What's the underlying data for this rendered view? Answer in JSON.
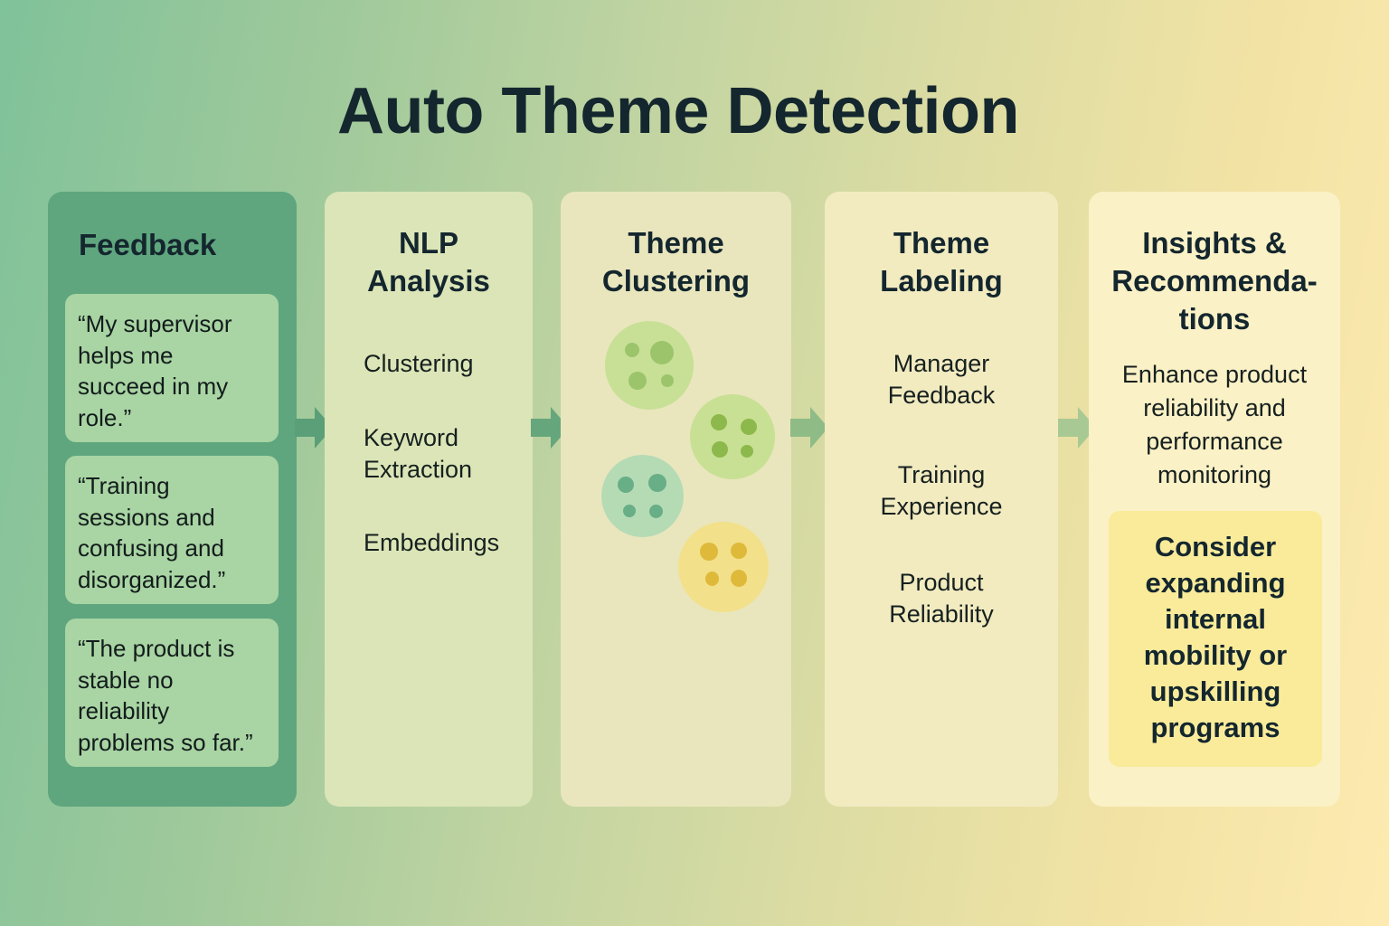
{
  "title": "Auto Theme Detection",
  "columns": {
    "feedback": {
      "heading": "Feedback",
      "quotes": [
        "“My supervisor helps me succeed in my role.”",
        "“Training sessions and confusing and disorganized.”",
        "“The product is stable  no reliability problems so far.”"
      ]
    },
    "nlp": {
      "heading": "NLP Analysis",
      "items": [
        "Clustering",
        "Keyword Extraction",
        "Embeddings"
      ]
    },
    "clustering": {
      "heading": "Theme Clustering",
      "clusters": [
        {
          "name": "light-green-cluster",
          "color": "#c7e096",
          "dot_color": "#9cc46b"
        },
        {
          "name": "lime-cluster",
          "color": "#c8e094",
          "dot_color": "#8db84c"
        },
        {
          "name": "teal-cluster",
          "color": "#b5dbb5",
          "dot_color": "#68ae86"
        },
        {
          "name": "yellow-cluster",
          "color": "#f2e08a",
          "dot_color": "#dfb93a"
        }
      ]
    },
    "labeling": {
      "heading": "Theme Labeling",
      "items": [
        "Manager Feedback",
        "Training Experience",
        "Product Reliability"
      ]
    },
    "insights": {
      "heading": "Insights & Recommenda-tions",
      "text": "Enhance product reliability and performance monitoring",
      "recommendation": "Consider expanding internal mobility or upskilling programs"
    }
  },
  "colors": {
    "feedback_panel": "#5fa67e",
    "arrow_dark": "#5a9f78",
    "arrow_light": "#a9c994",
    "highlight": "#f9eb9a"
  }
}
